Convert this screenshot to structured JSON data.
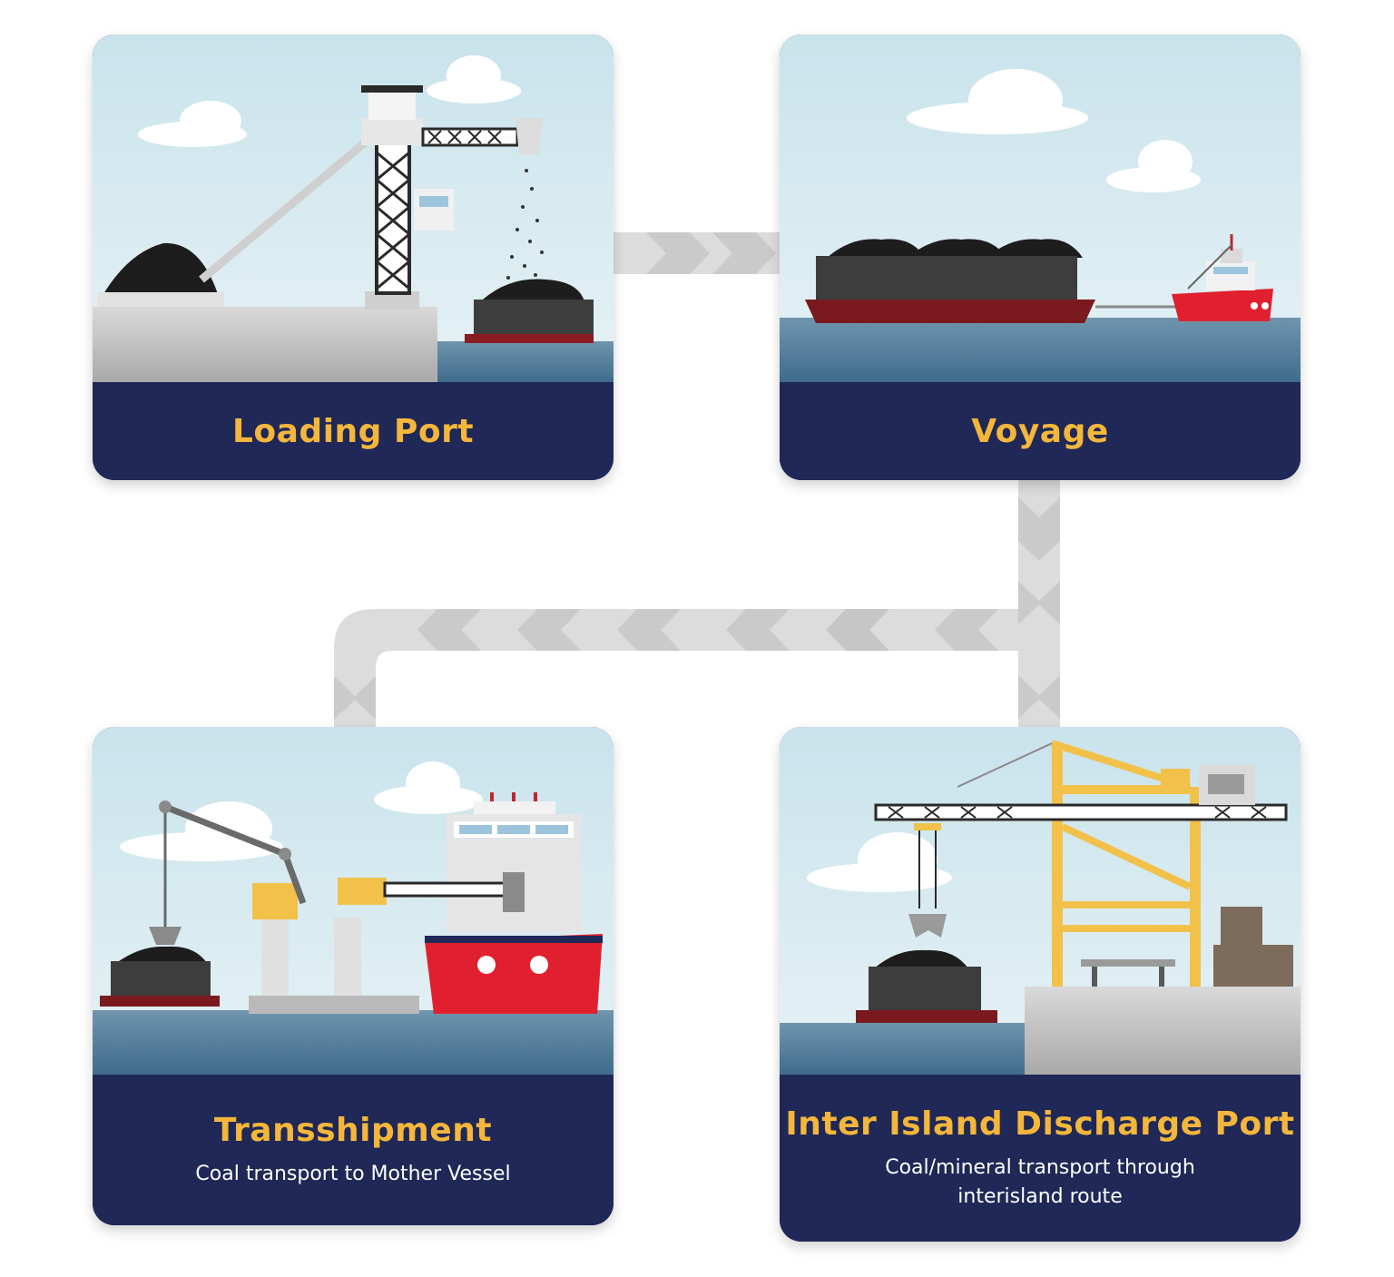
{
  "steps": [
    {
      "title": "Loading Port",
      "subtitle": "",
      "icon": "loading-port-illustration"
    },
    {
      "title": "Voyage",
      "subtitle": "",
      "icon": "voyage-illustration"
    },
    {
      "title": "Transshipment",
      "subtitle": "Coal transport to Mother Vessel",
      "icon": "transshipment-illustration"
    },
    {
      "title": "Inter Island Discharge Port",
      "subtitle": "Coal/mineral transport through interisland route",
      "icon": "discharge-port-illustration"
    }
  ],
  "colors": {
    "card_footer": "#1f2856",
    "title": "#f4b63b",
    "subtitle": "#ffffff",
    "sky": "#cfe6ee",
    "sea": "#4a7897",
    "connector": "#d9d9d9",
    "chevron": "#c6c6c6",
    "vessel_red": "#e0202e",
    "barge_red": "#7b1a1e",
    "crane_yellow": "#f2c14a"
  }
}
